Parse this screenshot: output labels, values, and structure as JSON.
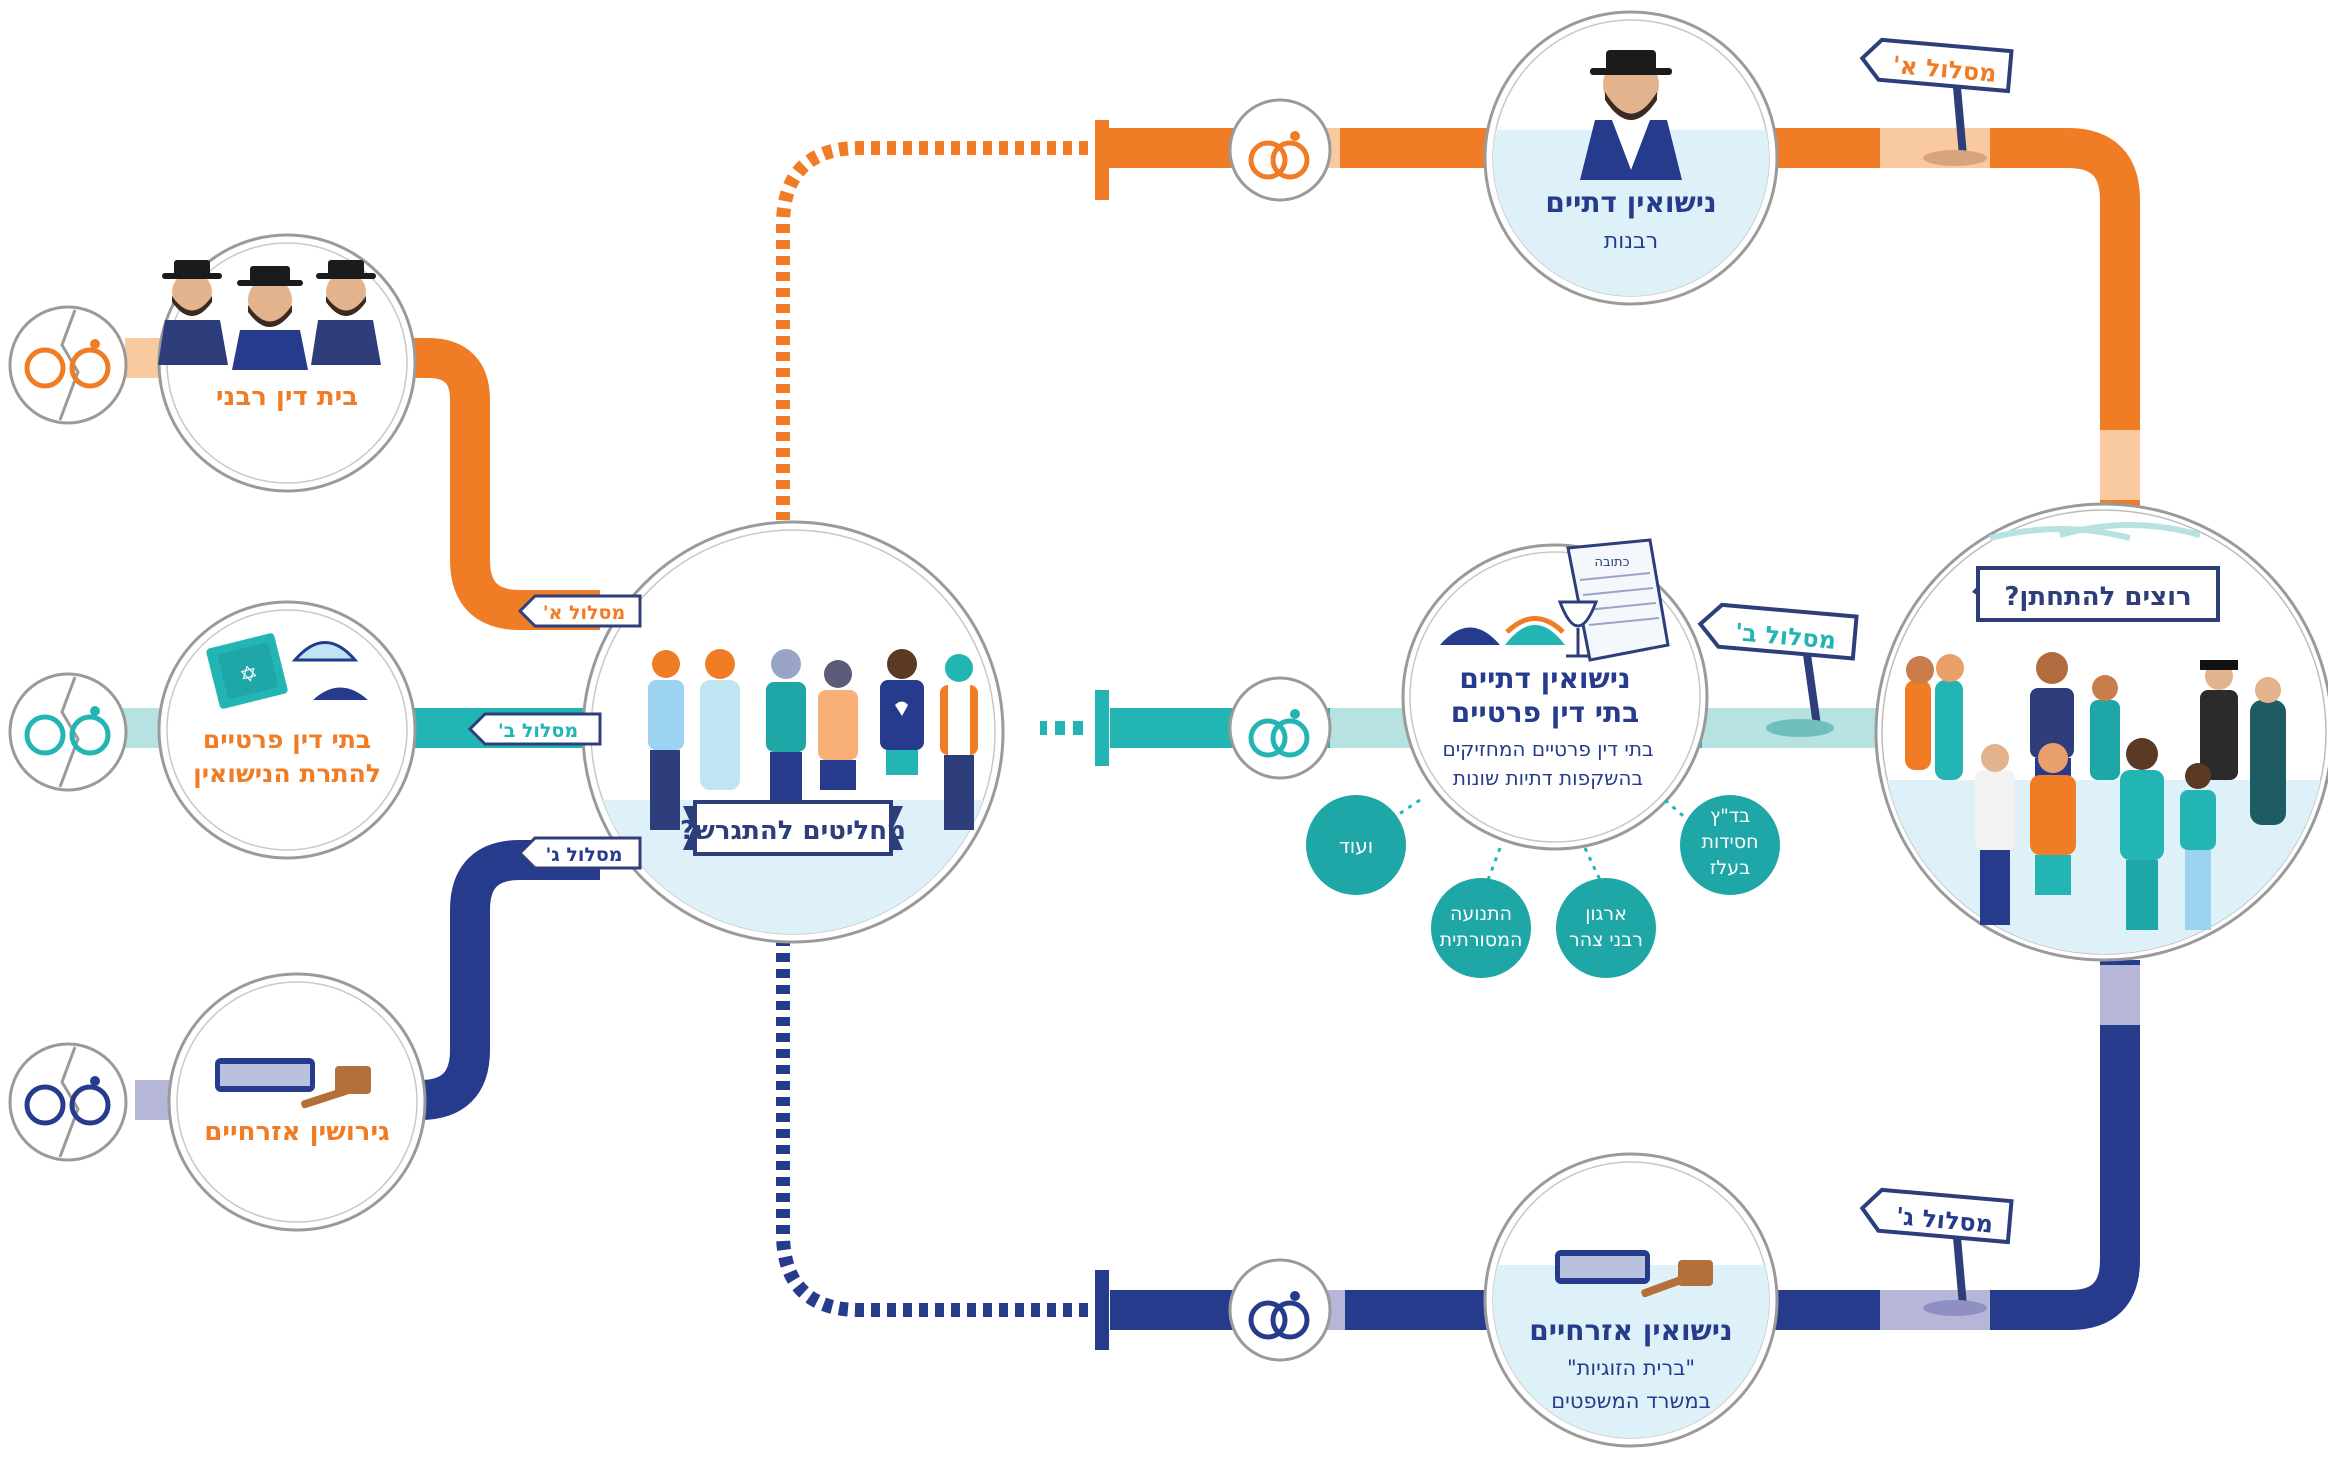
{
  "colors": {
    "orange": "#f07c25",
    "orange_light": "#f9c9a0",
    "teal": "#23b4b4",
    "teal_light": "#b7e2e2",
    "navy": "#263b8c",
    "navy_light": "#b6b6d9",
    "circle_fill": "#dff1f8",
    "circle_stroke": "#9a9a9a",
    "teal_dark": "#1fa6a6"
  },
  "start": {
    "title": "רוצים להתחתן?"
  },
  "routes": {
    "a": {
      "sign": "מסלול א'",
      "marriage_title": "נישואין דתיים",
      "marriage_sub": "רבנות",
      "divorce_title": "בית דין רבני",
      "divorce_sign": "מסלול א'"
    },
    "b": {
      "sign": "מסלול ב'",
      "marriage_title_1": "נישואין דתיים",
      "marriage_title_2": "בתי דין פרטיים",
      "marriage_sub_1": "בתי דין פרטיים המחזיקים",
      "marriage_sub_2": "בהשקפות דתיות שונות",
      "ketubah_label": "כתובה",
      "orgs": [
        {
          "lines": [
            "בד\"ץ",
            "חסידות",
            "בעלז"
          ]
        },
        {
          "lines": [
            "ארגון",
            "רבני צהר"
          ]
        },
        {
          "lines": [
            "התנועה",
            "המסורתית"
          ]
        },
        {
          "lines": [
            "ועוד"
          ]
        }
      ],
      "divorce_title_1": "בתי דין פרטיים",
      "divorce_title_2": "להתרת הנישואין",
      "divorce_sign": "מסלול ב'"
    },
    "c": {
      "sign": "מסלול ג'",
      "marriage_title": "נישואין אזרחיים",
      "marriage_sub_1": "\"ברית הזוגיות\"",
      "marriage_sub_2": "במשרד המשפטים",
      "divorce_title": "גירושין אזרחיים",
      "divorce_sign": "מסלול ג'"
    }
  },
  "divorce_hub": {
    "title": "מחליטים להתגרש?"
  },
  "icons": {
    "rings": "wedding-rings-icon",
    "broken_rings": "broken-rings-icon",
    "gavel": "gavel-icon",
    "book": "holy-book-icon",
    "kippah": "kippah-icon",
    "scroll": "ketubah-scroll-icon"
  }
}
